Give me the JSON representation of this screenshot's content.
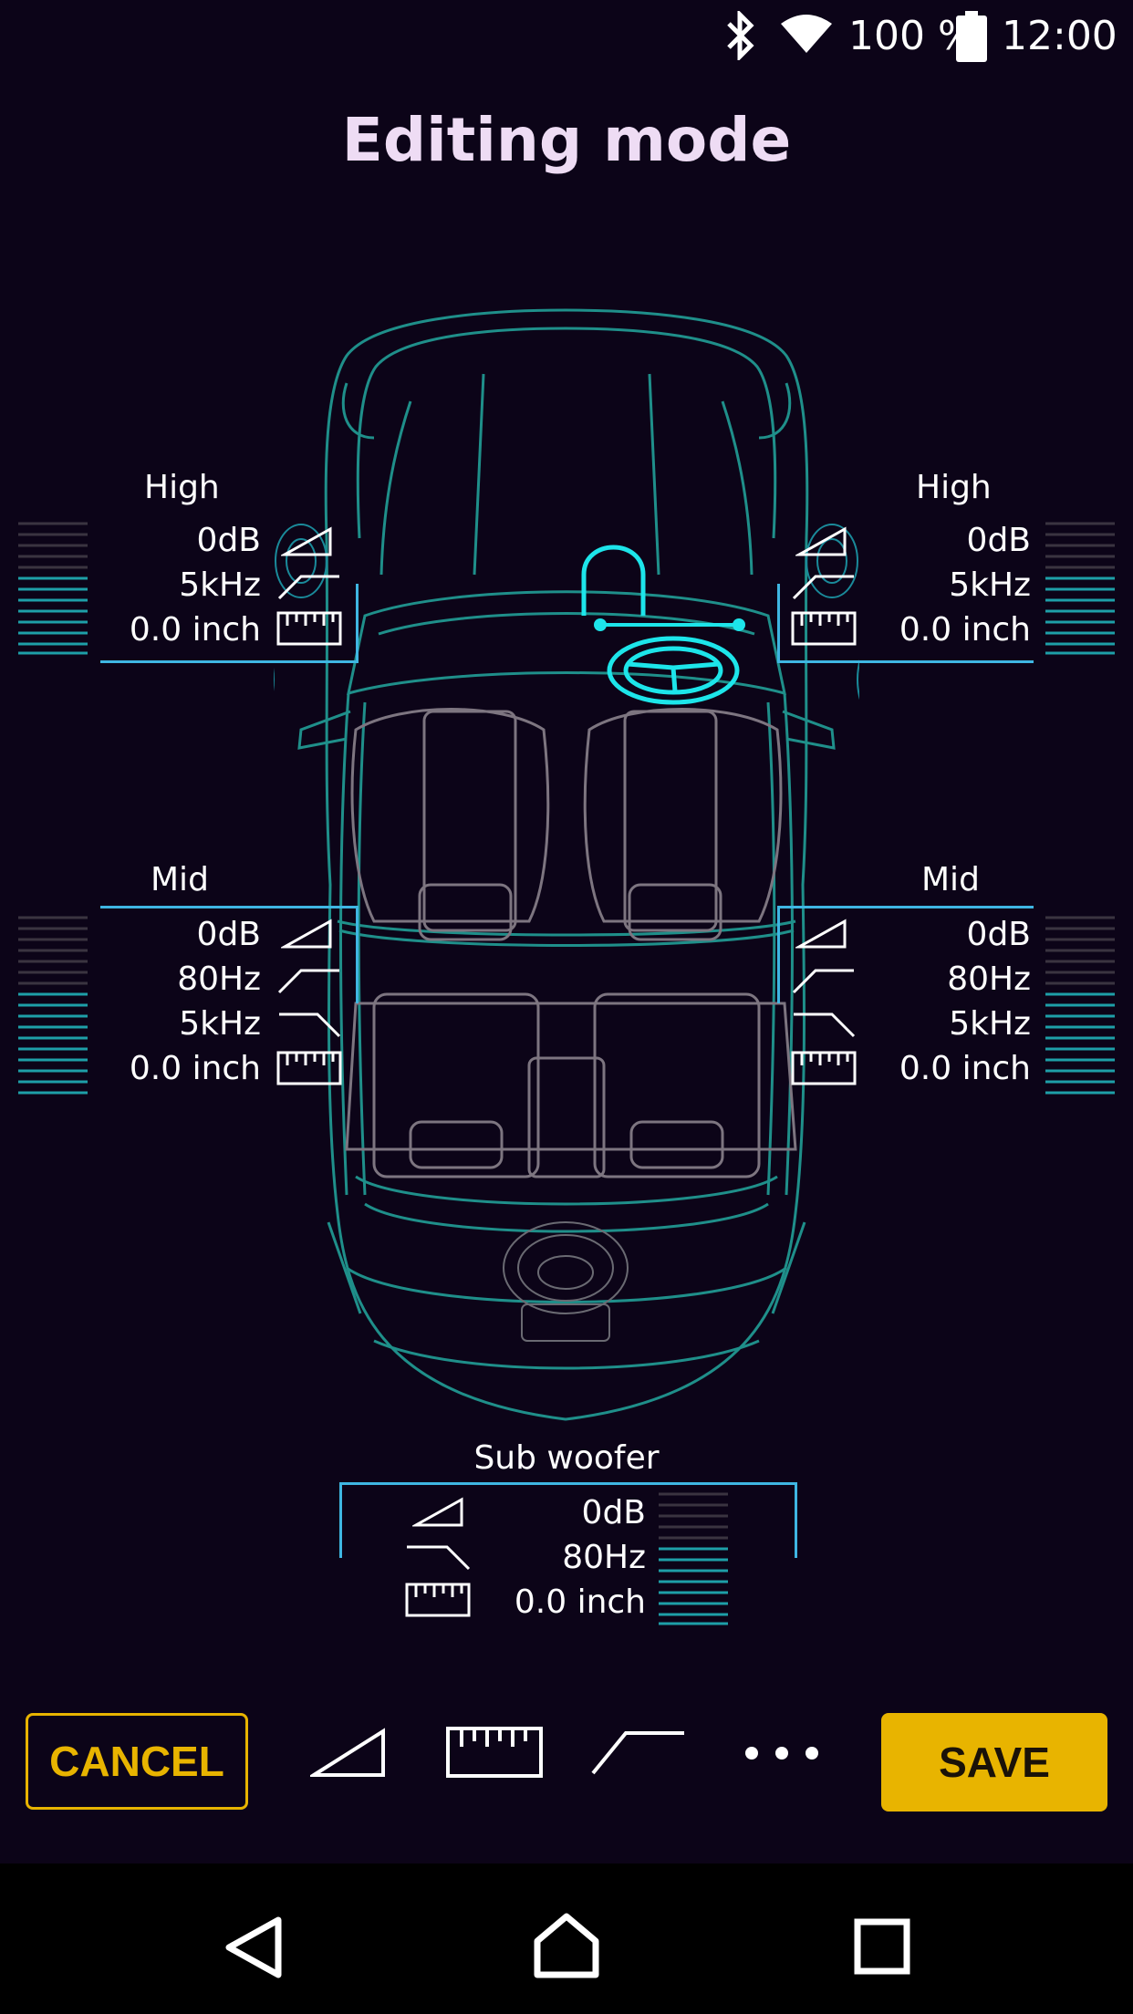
{
  "status_bar": {
    "battery": "100 %",
    "time": "12:00"
  },
  "title": "Editing mode",
  "channels": {
    "front_left_high": {
      "name": "High",
      "gain": "0dB",
      "crossover": "5kHz",
      "distance": "0.0 inch"
    },
    "front_right_high": {
      "name": "High",
      "gain": "0dB",
      "crossover": "5kHz",
      "distance": "0.0 inch"
    },
    "left_mid": {
      "name": "Mid",
      "gain": "0dB",
      "hpf": "80Hz",
      "lpf": "5kHz",
      "distance": "0.0 inch"
    },
    "right_mid": {
      "name": "Mid",
      "gain": "0dB",
      "hpf": "80Hz",
      "lpf": "5kHz",
      "distance": "0.0 inch"
    },
    "sub_woofer": {
      "name": "Sub woofer",
      "gain": "0dB",
      "lpf": "80Hz",
      "distance": "0.0 inch"
    }
  },
  "toolbar": {
    "cancel_label": "CANCEL",
    "save_label": "SAVE",
    "tools": [
      "gain-icon",
      "ruler-icon",
      "crossover-icon",
      "more-icon"
    ]
  },
  "colors": {
    "accent": "#e8b400",
    "bracket": "#3fb6e2",
    "car": "#1f8f8a",
    "highlight": "#1de5ea",
    "background": "#0c0418"
  },
  "meter_level": 0.6
}
